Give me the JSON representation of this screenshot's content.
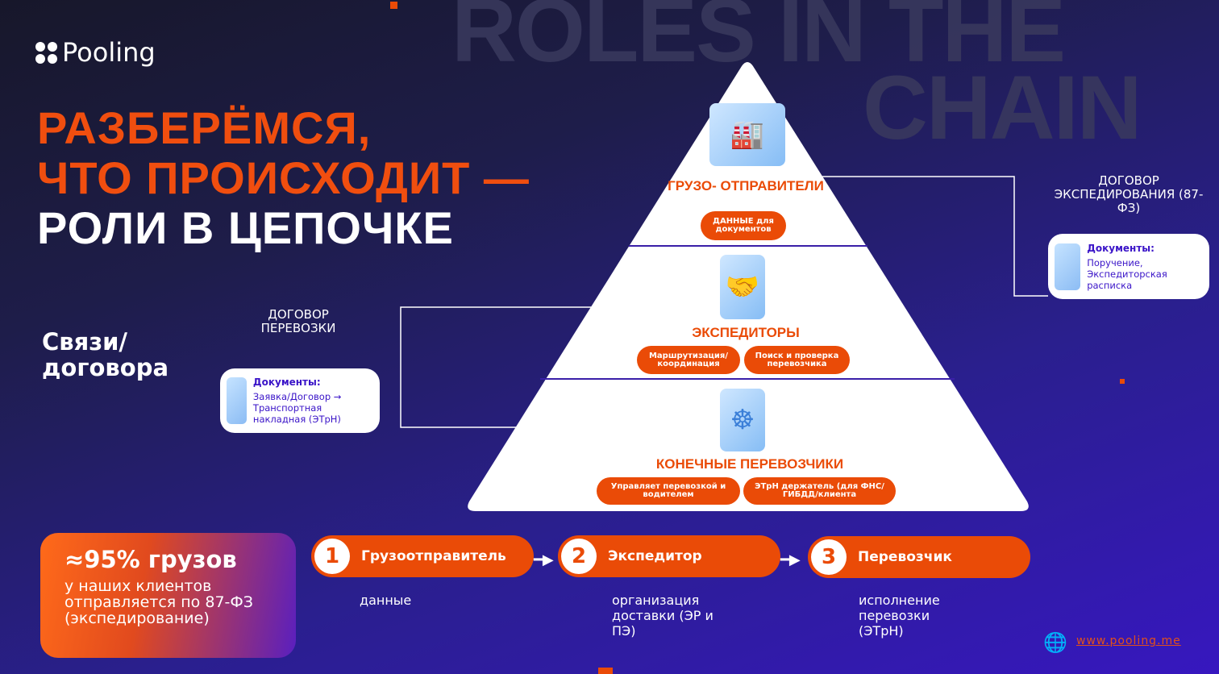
{
  "background_text": [
    "ROLES IN THE",
    "CHAIN"
  ],
  "logo": "Pooling",
  "title": {
    "line1": "РАЗБЕРЁМСЯ,",
    "line2": "ЧТО ПРОИСХОДИТ —",
    "line3": "РОЛИ В ЦЕПОЧКЕ"
  },
  "links_label": "Связи/ договора",
  "pyramid": {
    "level1": {
      "title": "ГРУЗО- ОТПРАВИТЕЛИ",
      "pill": "ДАННЫЕ для документов"
    },
    "level2": {
      "title": "ЭКСПЕДИТОРЫ",
      "pills": [
        "Маршрутизация/ координация",
        "Поиск и проверка перевозчика"
      ]
    },
    "level3": {
      "title": "КОНЕЧНЫЕ ПЕРЕВОЗЧИКИ",
      "pills": [
        "Управляет перевозкой и водителем",
        "ЭТрН держатель (для ФНС/ГИБДД/клиента"
      ]
    }
  },
  "contract_left": {
    "header": "ДОГОВОР ПЕРЕВОЗКИ",
    "docs_label": "Документы:",
    "docs": "Заявка/Договор → Транспортная накладная (ЭТрН)"
  },
  "contract_right": {
    "header": "ДОГОВОР ЭКСПЕДИРОВАНИЯ (87-ФЗ)",
    "docs_label": "Документы:",
    "docs": "Поручение, Экспедиторская расписка"
  },
  "stat": {
    "big": "≈95% грузов",
    "text": "у наших клиентов отправляется по 87-ФЗ (экспедирование)"
  },
  "steps": [
    {
      "num": "1",
      "label": "Грузоотправитель",
      "caption": "данные"
    },
    {
      "num": "2",
      "label": "Экспедитор",
      "caption": "организация доставки (ЭР и ПЭ)"
    },
    {
      "num": "3",
      "label": "Перевозчик",
      "caption": "исполнение перевозки (ЭТрН)"
    }
  ],
  "website": "www.pooling.me",
  "colors": {
    "accent": "#ea4b07",
    "doc_text": "#3a14c8"
  }
}
